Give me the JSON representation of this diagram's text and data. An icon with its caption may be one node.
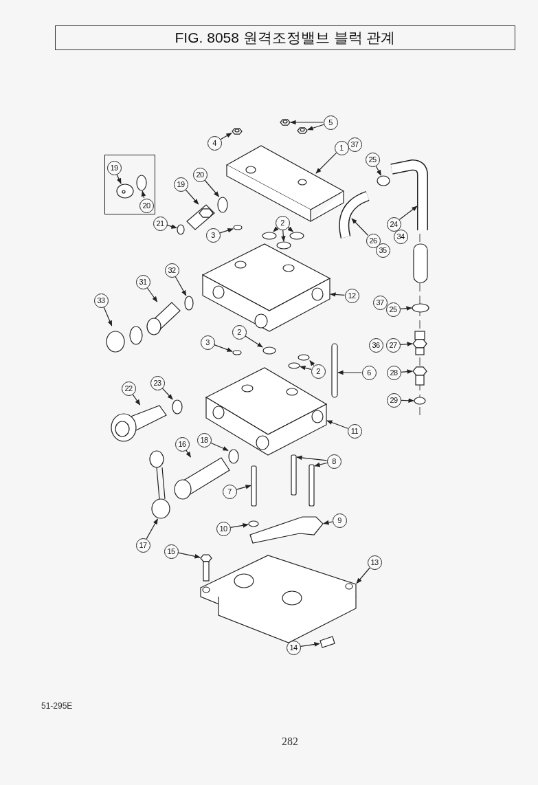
{
  "diagram": {
    "title": "FIG. 8058 원격조정밸브 블럭 관계",
    "nodes": [
      {
        "text": [
          "5"
        ]
      },
      {
        "text": [
          "4"
        ]
      },
      {
        "text": [
          "37"
        ]
      },
      {
        "text": [
          "1"
        ]
      },
      {
        "text": [
          "25"
        ]
      },
      {
        "text": [],
        "shape": "box"
      },
      {
        "text": [
          "19"
        ],
        "in": 5
      },
      {
        "text": [
          "20"
        ],
        "in": 5
      },
      {
        "text": [
          "19"
        ]
      },
      {
        "text": [
          "20"
        ]
      },
      {
        "text": [
          "21"
        ]
      },
      {
        "text": [
          "24"
        ]
      },
      {
        "text": [
          "3"
        ]
      },
      {
        "text": [
          "2"
        ]
      },
      {
        "text": [
          "26"
        ]
      },
      {
        "text": [
          "34"
        ]
      },
      {
        "text": [
          "35"
        ]
      },
      {
        "text": [
          "32"
        ]
      },
      {
        "text": [
          "31"
        ]
      },
      {
        "text": [
          "33"
        ]
      },
      {
        "text": [
          "12"
        ]
      },
      {
        "text": [
          "37"
        ]
      },
      {
        "text": [
          "25"
        ]
      },
      {
        "text": [
          "36"
        ]
      },
      {
        "text": [
          "27"
        ]
      },
      {
        "text": [
          "3"
        ]
      },
      {
        "text": [
          "2"
        ]
      },
      {
        "text": [
          "2"
        ]
      },
      {
        "text": [
          "6"
        ]
      },
      {
        "text": [
          "28"
        ]
      },
      {
        "text": [
          "29"
        ]
      },
      {
        "text": [
          "23"
        ]
      },
      {
        "text": [
          "22"
        ]
      },
      {
        "text": [
          "11"
        ]
      },
      {
        "text": [
          "16"
        ]
      },
      {
        "text": [
          "18"
        ]
      },
      {
        "text": [
          "8"
        ]
      },
      {
        "text": [
          "7"
        ]
      },
      {
        "text": [
          "9"
        ]
      },
      {
        "text": [
          "10"
        ]
      },
      {
        "text": [
          "17"
        ]
      },
      {
        "text": [
          "15"
        ]
      },
      {
        "text": [
          "13"
        ]
      },
      {
        "text": [
          "14"
        ]
      },
      {
        "text": [],
        "shape": "picture"
      },
      {
        "text": [],
        "shape": "picture"
      },
      {
        "text": [],
        "shape": "picture"
      },
      {
        "text": [],
        "shape": "picture"
      },
      {
        "text": [],
        "shape": "circle"
      },
      {
        "text": [],
        "shape": "picture",
        "in": 5
      },
      {
        "text": [],
        "shape": "circle",
        "in": 5
      },
      {
        "text": [],
        "shape": "picture"
      },
      {
        "text": [],
        "shape": "circle"
      },
      {
        "text": [],
        "shape": "circle"
      },
      {
        "text": [],
        "shape": "picture"
      },
      {
        "text": [],
        "shape": "circle"
      },
      {
        "text": [],
        "shape": "circle"
      },
      {
        "text": [],
        "shape": "circle"
      },
      {
        "text": [],
        "shape": "circle"
      },
      {
        "text": [],
        "shape": "picture"
      },
      {
        "text": [],
        "shape": "circle"
      },
      {
        "text": [],
        "shape": "picture"
      },
      {
        "text": [],
        "shape": "picture"
      },
      {
        "text": [],
        "shape": "picture"
      },
      {
        "text": [],
        "shape": "circle"
      },
      {
        "text": [],
        "shape": "picture"
      },
      {
        "text": [],
        "shape": "circle"
      },
      {
        "text": [],
        "shape": "circle"
      },
      {
        "text": [],
        "shape": "circle"
      },
      {
        "text": [],
        "shape": "circle"
      },
      {
        "text": [],
        "shape": "bar"
      },
      {
        "text": [],
        "shape": "picture"
      },
      {
        "text": [],
        "shape": "circle"
      },
      {
        "text": [],
        "shape": "circle"
      },
      {
        "text": [],
        "shape": "picture"
      },
      {
        "text": [],
        "shape": "picture"
      },
      {
        "text": [],
        "shape": "picture"
      },
      {
        "text": [],
        "shape": "circle"
      },
      {
        "text": [],
        "shape": "bar"
      },
      {
        "text": [],
        "shape": "bar"
      },
      {
        "text": [],
        "shape": "bar"
      },
      {
        "text": [],
        "shape": "picture"
      },
      {
        "text": [],
        "shape": "circle"
      },
      {
        "text": [],
        "shape": "picture"
      },
      {
        "text": [],
        "shape": "picture"
      },
      {
        "text": [],
        "shape": "picture"
      },
      {
        "text": [],
        "shape": "picture"
      }
    ],
    "edges": [
      {
        "from": 0,
        "to": 44,
        "arrow": "to"
      },
      {
        "from": 0,
        "to": 45,
        "arrow": "to"
      },
      {
        "from": 1,
        "to": 46,
        "arrow": "to"
      },
      {
        "from": 3,
        "to": 47,
        "arrow": "to"
      },
      {
        "from": 4,
        "to": 48,
        "arrow": "to"
      },
      {
        "from": 6,
        "to": 49,
        "arrow": "to"
      },
      {
        "from": 7,
        "to": 50,
        "arrow": "to"
      },
      {
        "from": 8,
        "to": 51,
        "arrow": "to"
      },
      {
        "from": 9,
        "to": 52,
        "arrow": "to"
      },
      {
        "from": 10,
        "to": 53,
        "arrow": "to"
      },
      {
        "from": 11,
        "to": 54,
        "arrow": "to"
      },
      {
        "from": 12,
        "to": 55,
        "arrow": "to"
      },
      {
        "from": 13,
        "to": 56,
        "arrow": "to"
      },
      {
        "from": 13,
        "to": 57,
        "arrow": "to"
      },
      {
        "from": 13,
        "to": 58,
        "arrow": "to"
      },
      {
        "from": 14,
        "to": 59,
        "arrow": "to"
      },
      {
        "from": 17,
        "to": 60,
        "arrow": "to"
      },
      {
        "from": 18,
        "to": 61,
        "arrow": "to"
      },
      {
        "from": 19,
        "to": 62,
        "arrow": "to"
      },
      {
        "from": 20,
        "to": 63,
        "arrow": "to"
      },
      {
        "from": 22,
        "to": 64,
        "arrow": "to"
      },
      {
        "from": 24,
        "to": 65,
        "arrow": "to"
      },
      {
        "from": 25,
        "to": 66,
        "arrow": "to"
      },
      {
        "from": 26,
        "to": 67,
        "arrow": "to"
      },
      {
        "from": 27,
        "to": 68,
        "arrow": "to"
      },
      {
        "from": 27,
        "to": 69,
        "arrow": "to"
      },
      {
        "from": 28,
        "to": 70,
        "arrow": "to"
      },
      {
        "from": 29,
        "to": 71,
        "arrow": "to"
      },
      {
        "from": 30,
        "to": 72,
        "arrow": "to"
      },
      {
        "from": 31,
        "to": 73,
        "arrow": "to"
      },
      {
        "from": 32,
        "to": 74,
        "arrow": "to"
      },
      {
        "from": 33,
        "to": 75,
        "arrow": "to"
      },
      {
        "from": 34,
        "to": 76,
        "arrow": "to"
      },
      {
        "from": 35,
        "to": 77,
        "arrow": "to"
      },
      {
        "from": 36,
        "to": 78,
        "arrow": "to"
      },
      {
        "from": 36,
        "to": 79,
        "arrow": "to"
      },
      {
        "from": 37,
        "to": 80,
        "arrow": "to"
      },
      {
        "from": 38,
        "to": 81,
        "arrow": "to"
      },
      {
        "from": 39,
        "to": 82,
        "arrow": "to"
      },
      {
        "from": 40,
        "to": 83,
        "arrow": "to"
      },
      {
        "from": 41,
        "to": 84,
        "arrow": "to"
      },
      {
        "from": 42,
        "to": 85,
        "arrow": "to"
      },
      {
        "from": 43,
        "to": 86,
        "arrow": "to"
      }
    ],
    "labels": [
      "51-295E",
      "282"
    ]
  }
}
